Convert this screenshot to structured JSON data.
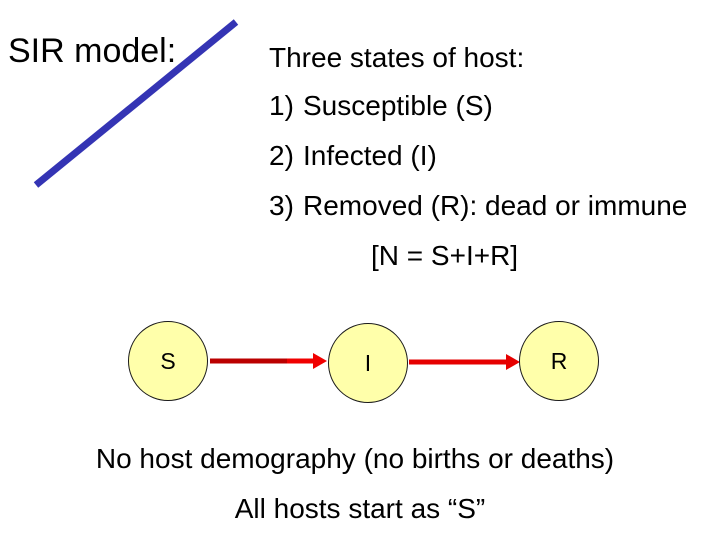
{
  "slide": {
    "title": "SIR model:",
    "intro": "Three states of host:",
    "states": [
      {
        "number": "1)",
        "text": "Susceptible (S)"
      },
      {
        "number": "2)",
        "text": "Infected (I)"
      },
      {
        "number": "3)",
        "text": "Removed (R): dead or immune"
      }
    ],
    "equation": "[N = S+I+R]",
    "footer_line1": "No host demography (no births or deaths)",
    "footer_line2": "All hosts start as “S”"
  },
  "diagram": {
    "nodes": [
      {
        "id": "S",
        "label": "S"
      },
      {
        "id": "I",
        "label": "I"
      },
      {
        "id": "R",
        "label": "R"
      }
    ],
    "edges": [
      {
        "from": "S",
        "to": "I"
      },
      {
        "from": "I",
        "to": "R"
      }
    ],
    "node_fill": "#FFFFAA",
    "node_border": "#1A1A1A",
    "arrow_bright_color": "#F00000",
    "arrow_dark_color": "#BB0000",
    "arrow2_color": "#E60000"
  },
  "decoration": {
    "diagonal_line_color": "#3434B4"
  },
  "colors": {
    "background": "#FFFFFF",
    "text": "#000000"
  }
}
